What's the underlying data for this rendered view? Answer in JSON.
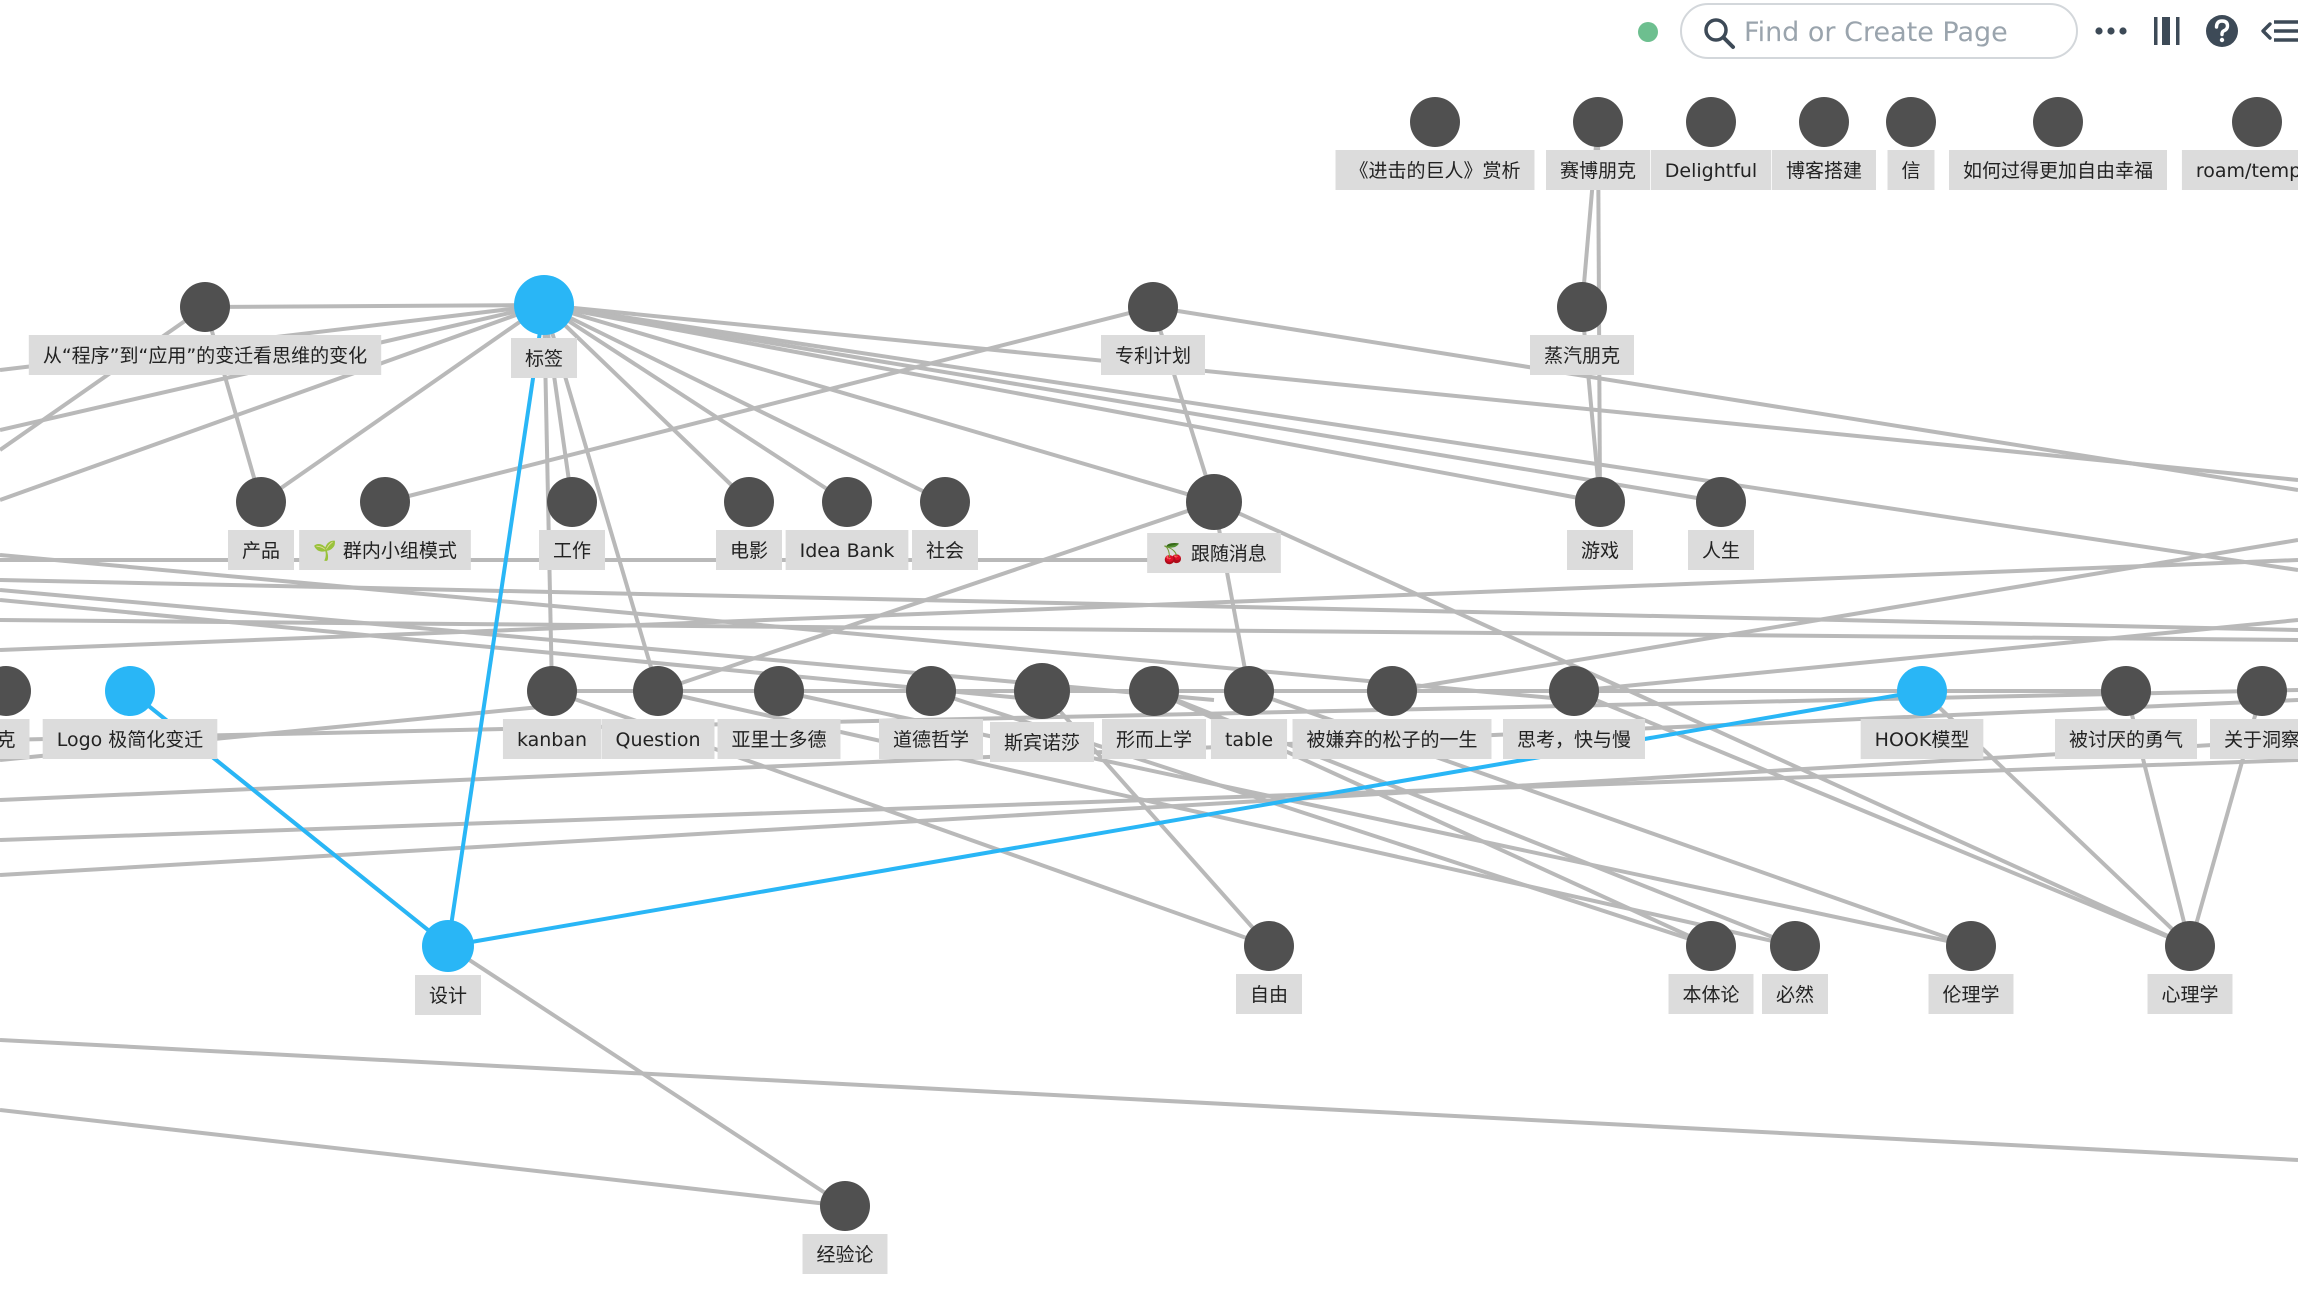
{
  "toolbar": {
    "search_placeholder": "Find or Create Page",
    "icons": {
      "status": "sync-status-dot",
      "search": "search-icon",
      "more": "more-icon",
      "sidebar": "sidebar-icon",
      "help": "help-icon",
      "menu": "menu-icon"
    },
    "status_color": "#6dbf8f"
  },
  "graph": {
    "colors": {
      "node": "#505050",
      "highlight": "#29b6f6",
      "edge": "#b9b9b9",
      "label_bg": "#dcdcdc"
    },
    "nodes": [
      {
        "id": "attack",
        "label": "《进击的巨人》赏析"
      },
      {
        "id": "cyberpunk",
        "label": "赛博朋克"
      },
      {
        "id": "delightful",
        "label": "Delightful"
      },
      {
        "id": "blog",
        "label": "博客搭建"
      },
      {
        "id": "letter",
        "label": "信"
      },
      {
        "id": "free",
        "label": "如何过得更加自由幸福"
      },
      {
        "id": "roam",
        "label": "roam/templa"
      },
      {
        "id": "cheng",
        "label": "从“程序”到“应用”的变迁看思维的变化"
      },
      {
        "id": "tag",
        "label": "标签",
        "highlight": true
      },
      {
        "id": "patent",
        "label": "专利计划"
      },
      {
        "id": "steampunk",
        "label": "蒸汽朋克"
      },
      {
        "id": "product",
        "label": "产品"
      },
      {
        "id": "group",
        "label": "🌱 群内小组模式"
      },
      {
        "id": "work",
        "label": "工作"
      },
      {
        "id": "movie",
        "label": "电影"
      },
      {
        "id": "ideabank",
        "label": "Idea Bank"
      },
      {
        "id": "society",
        "label": "社会"
      },
      {
        "id": "follow",
        "label": "🍒 跟随消息"
      },
      {
        "id": "game",
        "label": "游戏"
      },
      {
        "id": "life",
        "label": "人生"
      },
      {
        "id": "ke",
        "label": "克"
      },
      {
        "id": "logo",
        "label": "Logo 极简化变迁",
        "highlight": true
      },
      {
        "id": "kanban",
        "label": "kanban"
      },
      {
        "id": "question",
        "label": "Question"
      },
      {
        "id": "aristotle",
        "label": "亚里士多德"
      },
      {
        "id": "moral",
        "label": "道德哲学"
      },
      {
        "id": "spinoza",
        "label": "斯宾诺莎"
      },
      {
        "id": "meta",
        "label": "形而上学"
      },
      {
        "id": "table",
        "label": "table"
      },
      {
        "id": "pine",
        "label": "被嫌弃的松子的一生"
      },
      {
        "id": "think",
        "label": "思考，快与慢"
      },
      {
        "id": "hook",
        "label": "HOOK模型",
        "highlight": true
      },
      {
        "id": "disliked",
        "label": "被讨厌的勇气"
      },
      {
        "id": "insight",
        "label": "关于洞察"
      },
      {
        "id": "design",
        "label": "设计",
        "highlight": true
      },
      {
        "id": "freedom",
        "label": "自由"
      },
      {
        "id": "ontology",
        "label": "本体论"
      },
      {
        "id": "necessity",
        "label": "必然"
      },
      {
        "id": "ethics",
        "label": "伦理学"
      },
      {
        "id": "psych",
        "label": "心理学"
      },
      {
        "id": "empiric",
        "label": "经验论"
      }
    ],
    "edges": [
      [
        "cyberpunk",
        "steampunk"
      ],
      [
        "cyberpunk",
        "game"
      ],
      [
        "steampunk",
        "game"
      ],
      [
        "tag",
        "product"
      ],
      [
        "tag",
        "work"
      ],
      [
        "tag",
        "movie"
      ],
      [
        "tag",
        "ideabank"
      ],
      [
        "tag",
        "society"
      ],
      [
        "tag",
        "question"
      ],
      [
        "tag",
        "kanban"
      ],
      [
        "tag",
        "follow"
      ],
      [
        "tag",
        "game"
      ],
      [
        "tag",
        "life"
      ],
      [
        "tag",
        "cheng"
      ],
      [
        "cheng",
        "product"
      ],
      [
        "patent",
        "group"
      ],
      [
        "patent",
        "follow"
      ],
      [
        "follow",
        "question"
      ],
      [
        "follow",
        "table"
      ],
      [
        "follow",
        "psych"
      ],
      [
        "spinoza",
        "freedom"
      ],
      [
        "meta",
        "ontology"
      ],
      [
        "meta",
        "necessity"
      ],
      [
        "table",
        "ethics"
      ],
      [
        "think",
        "psych"
      ],
      [
        "disliked",
        "psych"
      ],
      [
        "insight",
        "psych"
      ],
      [
        "hook",
        "psych"
      ],
      [
        "disliked",
        "kanban"
      ],
      [
        "aristotle",
        "ethics"
      ],
      [
        "moral",
        "ontology"
      ],
      [
        "logo",
        "design"
      ],
      [
        "design",
        "empiric"
      ],
      [
        "kanban",
        "freedom"
      ],
      [
        "question",
        "necessity"
      ],
      [
        "pine",
        "hook"
      ]
    ],
    "highlight_edges": [
      [
        "tag",
        "design"
      ],
      [
        "logo",
        "design"
      ],
      [
        "design",
        "hook"
      ]
    ]
  }
}
